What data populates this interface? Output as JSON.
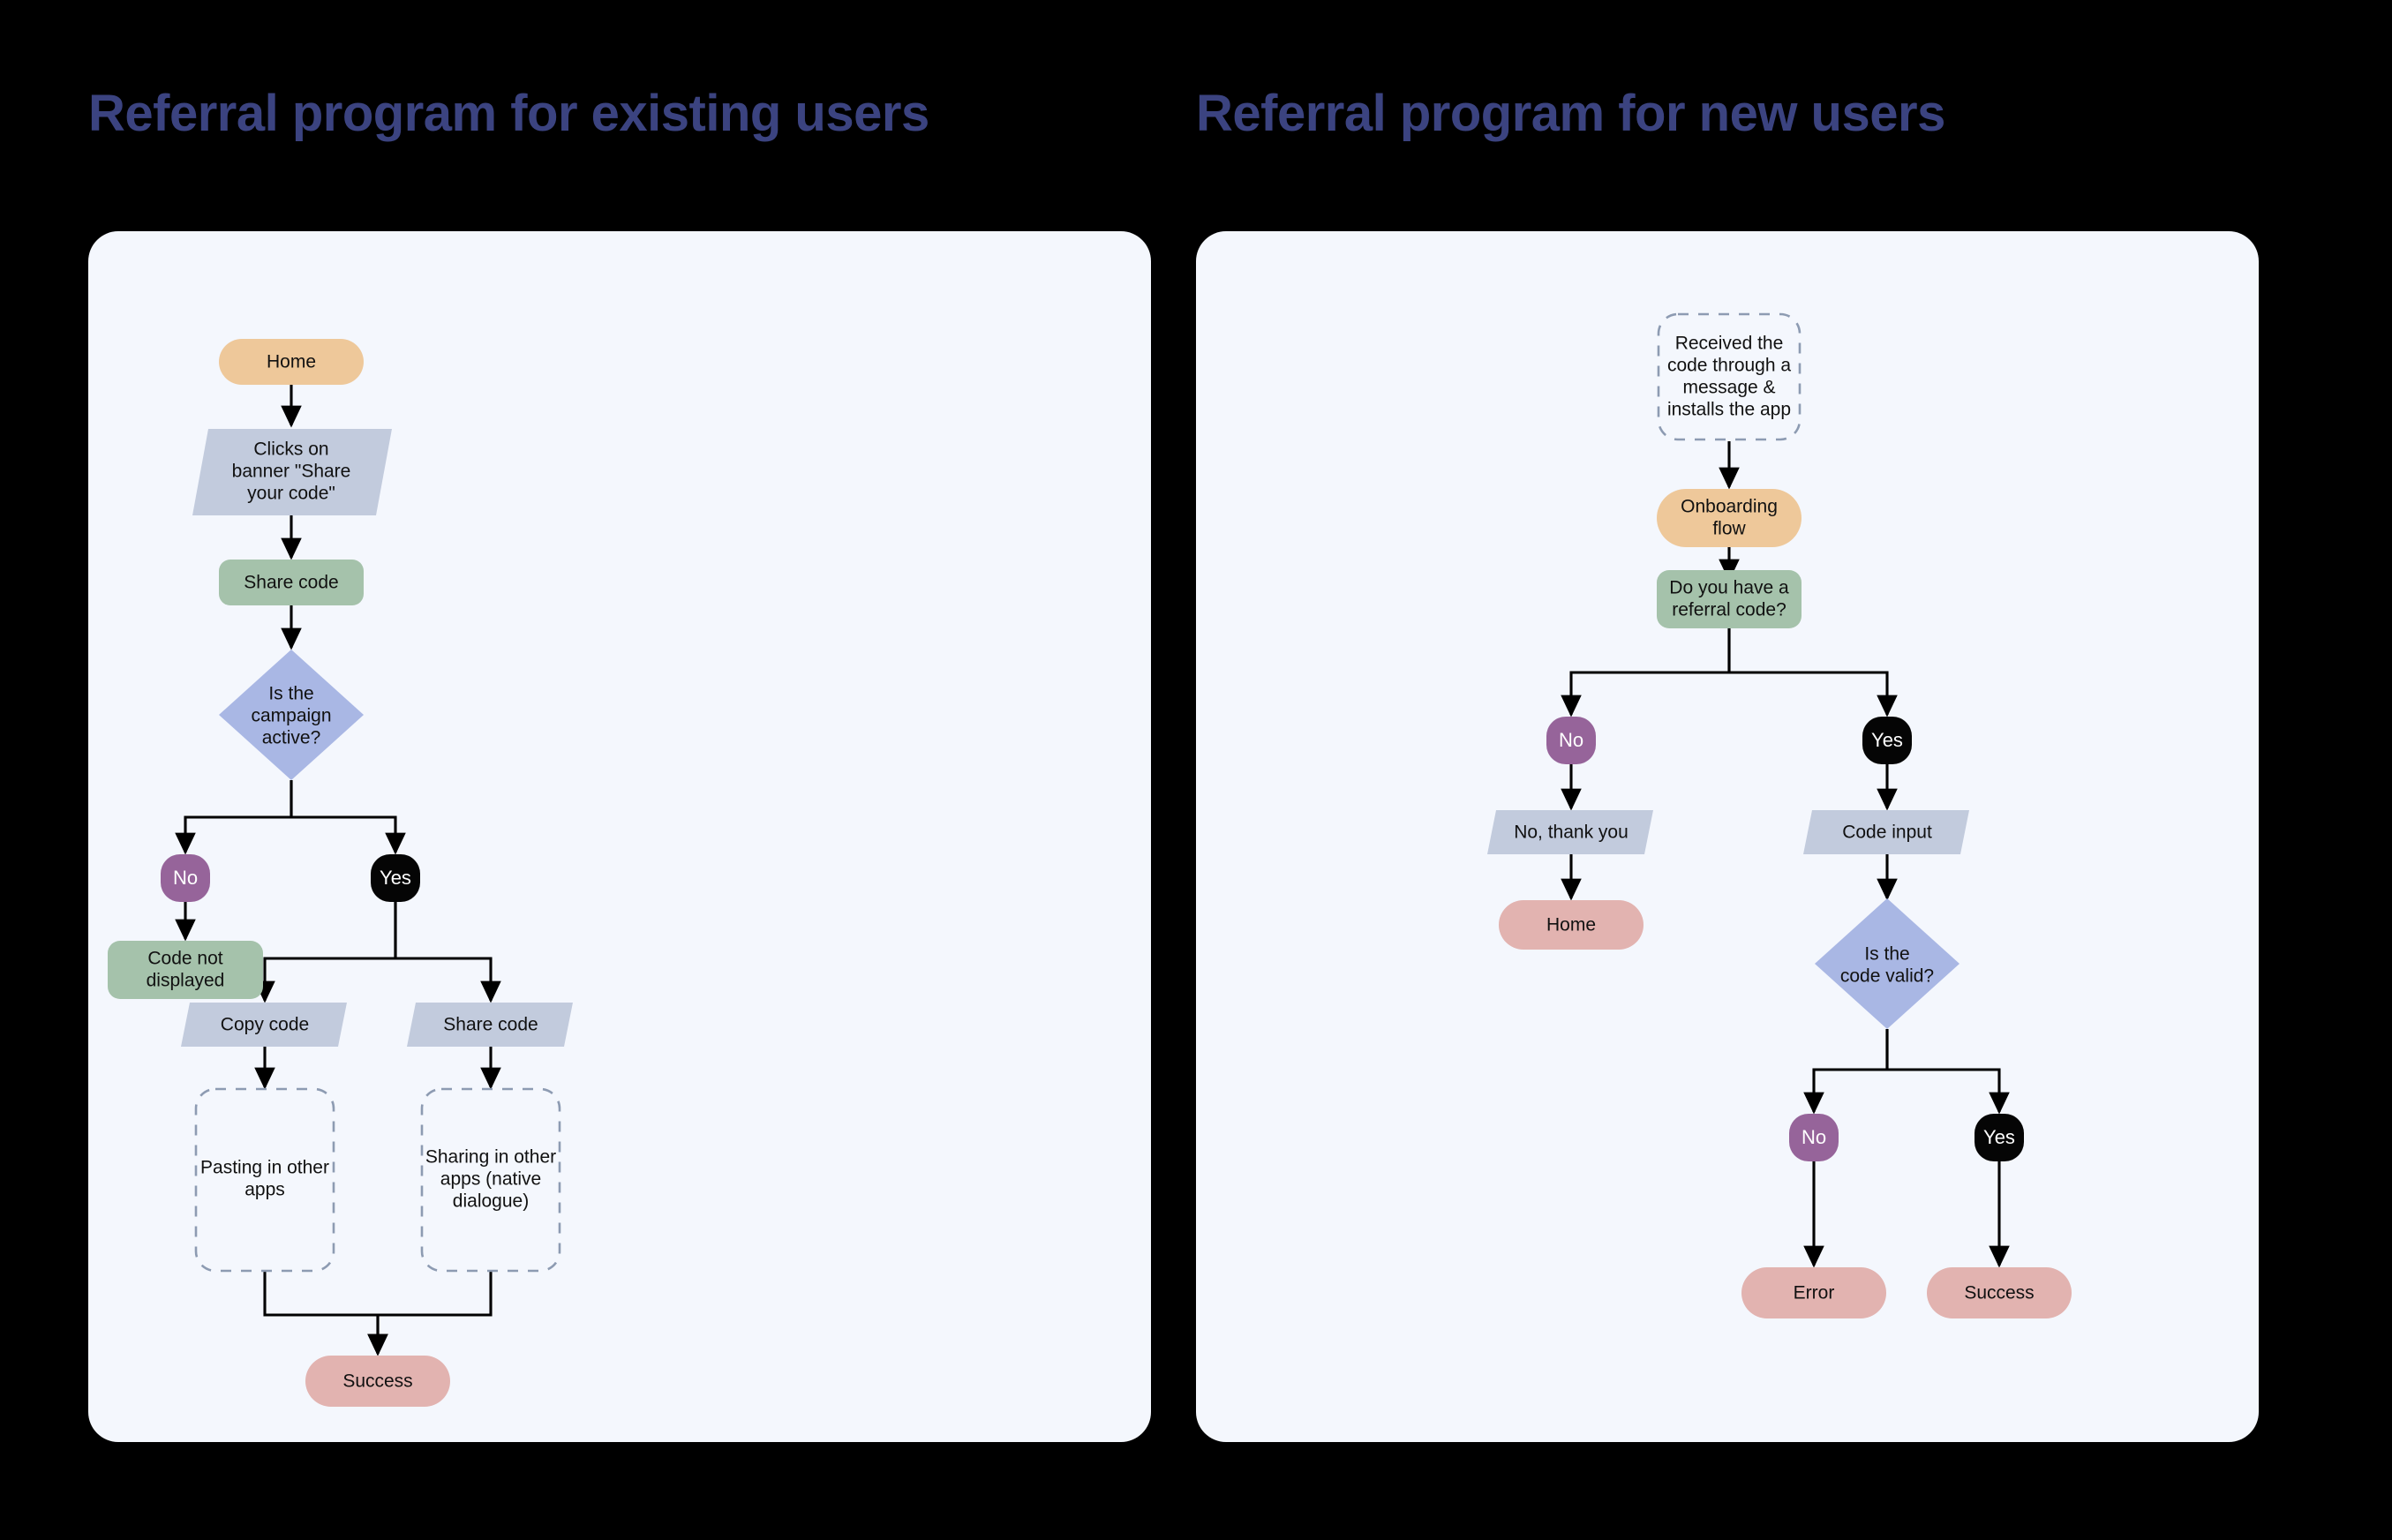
{
  "page": {
    "background_color": "#000000",
    "panel_background": "#f4f7fd",
    "title_color": "#3b4380"
  },
  "palette": {
    "start_peach": "#eec89a",
    "action_green": "#a5c2ab",
    "io_bluegray": "#c2cbdd",
    "decision_periwinkle": "#a9b7e4",
    "terminal_pink": "#e2b3b0",
    "badge_no_purple": "#96649a",
    "badge_yes_black": "#050505",
    "dashed_border": "#8d9bb2",
    "connector": "#000000",
    "text": "#111111",
    "badge_text": "#ffffff"
  },
  "diagrams": [
    {
      "id": "existing-users",
      "title": "Referral program for existing users",
      "nodes": [
        {
          "id": "home",
          "label": "Home",
          "shape": "pill",
          "fill": "start_peach"
        },
        {
          "id": "clicks-banner",
          "label": "Clicks on\nbanner \"Share\nyour code\"",
          "shape": "parallelogram",
          "fill": "io_bluegray"
        },
        {
          "id": "share-code-1",
          "label": "Share code",
          "shape": "rounded",
          "fill": "action_green"
        },
        {
          "id": "campaign-active",
          "label": "Is the\ncampaign\nactive?",
          "shape": "diamond",
          "fill": "decision_periwinkle"
        },
        {
          "id": "badge-no-1",
          "label": "No",
          "shape": "badge",
          "fill": "badge_no_purple"
        },
        {
          "id": "badge-yes-1",
          "label": "Yes",
          "shape": "badge",
          "fill": "badge_yes_black"
        },
        {
          "id": "code-not-shown",
          "label": "Code not\ndisplayed",
          "shape": "rounded",
          "fill": "action_green"
        },
        {
          "id": "copy-code",
          "label": "Copy code",
          "shape": "parallelogram",
          "fill": "io_bluegray"
        },
        {
          "id": "share-code-2",
          "label": "Share code",
          "shape": "parallelogram",
          "fill": "io_bluegray"
        },
        {
          "id": "pasting-apps",
          "label": "Pasting in other\napps",
          "shape": "dashed",
          "fill": "none"
        },
        {
          "id": "sharing-apps",
          "label": "Sharing in other\napps (native\ndialogue)",
          "shape": "dashed",
          "fill": "none"
        },
        {
          "id": "success-1",
          "label": "Success",
          "shape": "pill",
          "fill": "terminal_pink"
        }
      ],
      "edges": [
        {
          "from": "home",
          "to": "clicks-banner"
        },
        {
          "from": "clicks-banner",
          "to": "share-code-1"
        },
        {
          "from": "share-code-1",
          "to": "campaign-active"
        },
        {
          "from": "campaign-active",
          "to": "badge-no-1",
          "branch": "No"
        },
        {
          "from": "campaign-active",
          "to": "badge-yes-1",
          "branch": "Yes"
        },
        {
          "from": "badge-no-1",
          "to": "code-not-shown"
        },
        {
          "from": "badge-yes-1",
          "to": "copy-code"
        },
        {
          "from": "badge-yes-1",
          "to": "share-code-2"
        },
        {
          "from": "copy-code",
          "to": "pasting-apps"
        },
        {
          "from": "share-code-2",
          "to": "sharing-apps"
        },
        {
          "from": "pasting-apps",
          "to": "success-1"
        },
        {
          "from": "sharing-apps",
          "to": "success-1"
        }
      ]
    },
    {
      "id": "new-users",
      "title": "Referral program for new users",
      "nodes": [
        {
          "id": "received-code",
          "label": "Received the\ncode through a\nmessage &\ninstalls the app",
          "shape": "dashed",
          "fill": "none"
        },
        {
          "id": "onboarding",
          "label": "Onboarding\nflow",
          "shape": "pill",
          "fill": "start_peach"
        },
        {
          "id": "have-code",
          "label": "Do you have a\nreferral code?",
          "shape": "rounded",
          "fill": "action_green"
        },
        {
          "id": "badge-no-2",
          "label": "No",
          "shape": "badge",
          "fill": "badge_no_purple"
        },
        {
          "id": "badge-yes-2",
          "label": "Yes",
          "shape": "badge",
          "fill": "badge_yes_black"
        },
        {
          "id": "no-thank-you",
          "label": "No, thank you",
          "shape": "parallelogram",
          "fill": "io_bluegray"
        },
        {
          "id": "code-input",
          "label": "Code input",
          "shape": "parallelogram",
          "fill": "io_bluegray"
        },
        {
          "id": "home-2",
          "label": "Home",
          "shape": "pill",
          "fill": "terminal_pink"
        },
        {
          "id": "code-valid",
          "label": "Is the\ncode valid?",
          "shape": "diamond",
          "fill": "decision_periwinkle"
        },
        {
          "id": "badge-no-3",
          "label": "No",
          "shape": "badge",
          "fill": "badge_no_purple"
        },
        {
          "id": "badge-yes-3",
          "label": "Yes",
          "shape": "badge",
          "fill": "badge_yes_black"
        },
        {
          "id": "error",
          "label": "Error",
          "shape": "pill",
          "fill": "terminal_pink"
        },
        {
          "id": "success-2",
          "label": "Success",
          "shape": "pill",
          "fill": "terminal_pink"
        }
      ],
      "edges": [
        {
          "from": "received-code",
          "to": "onboarding"
        },
        {
          "from": "onboarding",
          "to": "have-code"
        },
        {
          "from": "have-code",
          "to": "badge-no-2",
          "branch": "No"
        },
        {
          "from": "have-code",
          "to": "badge-yes-2",
          "branch": "Yes"
        },
        {
          "from": "badge-no-2",
          "to": "no-thank-you"
        },
        {
          "from": "badge-yes-2",
          "to": "code-input"
        },
        {
          "from": "no-thank-you",
          "to": "home-2"
        },
        {
          "from": "code-input",
          "to": "code-valid"
        },
        {
          "from": "code-valid",
          "to": "badge-no-3",
          "branch": "No"
        },
        {
          "from": "code-valid",
          "to": "badge-yes-3",
          "branch": "Yes"
        },
        {
          "from": "badge-no-3",
          "to": "error"
        },
        {
          "from": "badge-yes-3",
          "to": "success-2"
        }
      ]
    }
  ],
  "labels": {
    "left_title": "Referral program for existing users",
    "right_title": "Referral program for new users",
    "n_home": "Home",
    "n_clicks_l1": "Clicks on",
    "n_clicks_l2": "banner \"Share",
    "n_clicks_l3": "your code\"",
    "n_share_code": "Share code",
    "n_campaign_l1": "Is the",
    "n_campaign_l2": "campaign",
    "n_campaign_l3": "active?",
    "n_no": "No",
    "n_yes": "Yes",
    "n_code_not_l1": "Code not",
    "n_code_not_l2": "displayed",
    "n_copy_code": "Copy code",
    "n_pasting_l1": "Pasting in other",
    "n_pasting_l2": "apps",
    "n_sharing_l1": "Sharing in other",
    "n_sharing_l2": "apps (native",
    "n_sharing_l3": "dialogue)",
    "n_success": "Success",
    "n_received_l1": "Received the",
    "n_received_l2": "code through a",
    "n_received_l3": "message &",
    "n_received_l4": "installs the app",
    "n_onboarding_l1": "Onboarding",
    "n_onboarding_l2": "flow",
    "n_have_code_l1": "Do you have a",
    "n_have_code_l2": "referral code?",
    "n_no_thank_you": "No, thank you",
    "n_code_input": "Code input",
    "n_code_valid_l1": "Is the",
    "n_code_valid_l2": "code valid?",
    "n_error": "Error"
  }
}
